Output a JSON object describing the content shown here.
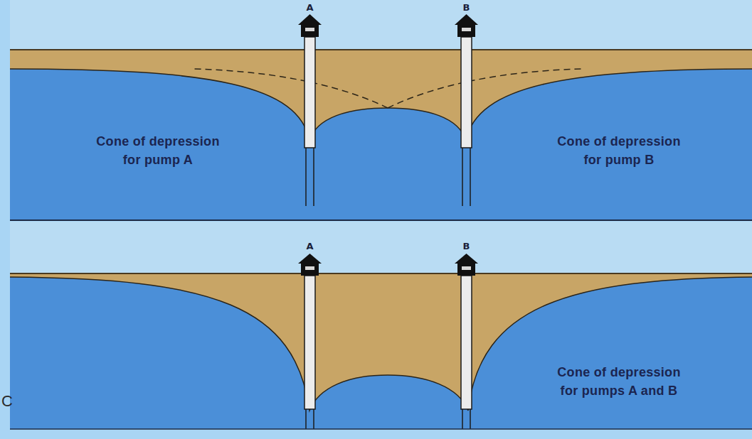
{
  "diagram": {
    "labels": [
      "A",
      "B",
      "Cone of depression for pump A",
      "Cone of depression for pump B",
      "A",
      "B",
      "Cone of depression for pumps A and B",
      "C"
    ]
  }
}
